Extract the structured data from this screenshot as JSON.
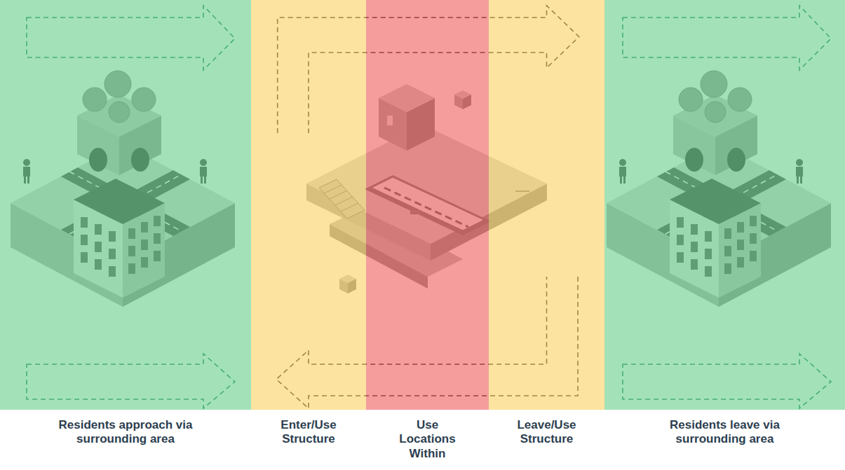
{
  "diagram": {
    "nodes": [
      {
        "text": [
          "Residents approach via surrounding area"
        ]
      },
      {
        "text": [
          "Enter/Use Structure"
        ]
      },
      {
        "text": [
          "Use Locations Within"
        ]
      },
      {
        "text": [
          "Leave/Use Structure"
        ]
      },
      {
        "text": [
          "Residents leave via surrounding area"
        ]
      }
    ],
    "edges": [
      {
        "from": 1,
        "to": 3,
        "arrow": "to"
      },
      {
        "from": 3,
        "to": 1,
        "arrow": "to"
      }
    ]
  }
}
